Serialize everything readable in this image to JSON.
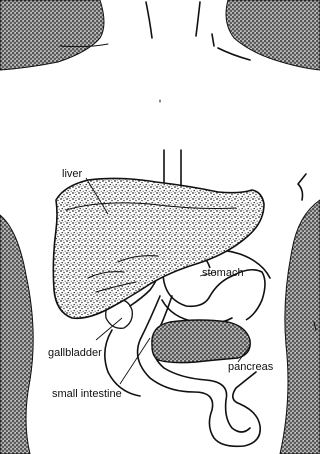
{
  "labels": {
    "liver": "liver",
    "stomach": "stomach",
    "gallbladder": "gallbladder",
    "pancreas": "pancreas",
    "small_intestine": "small intestine"
  },
  "colors": {
    "ink": "#111111",
    "texture": "#555555",
    "background": "#ffffff"
  }
}
